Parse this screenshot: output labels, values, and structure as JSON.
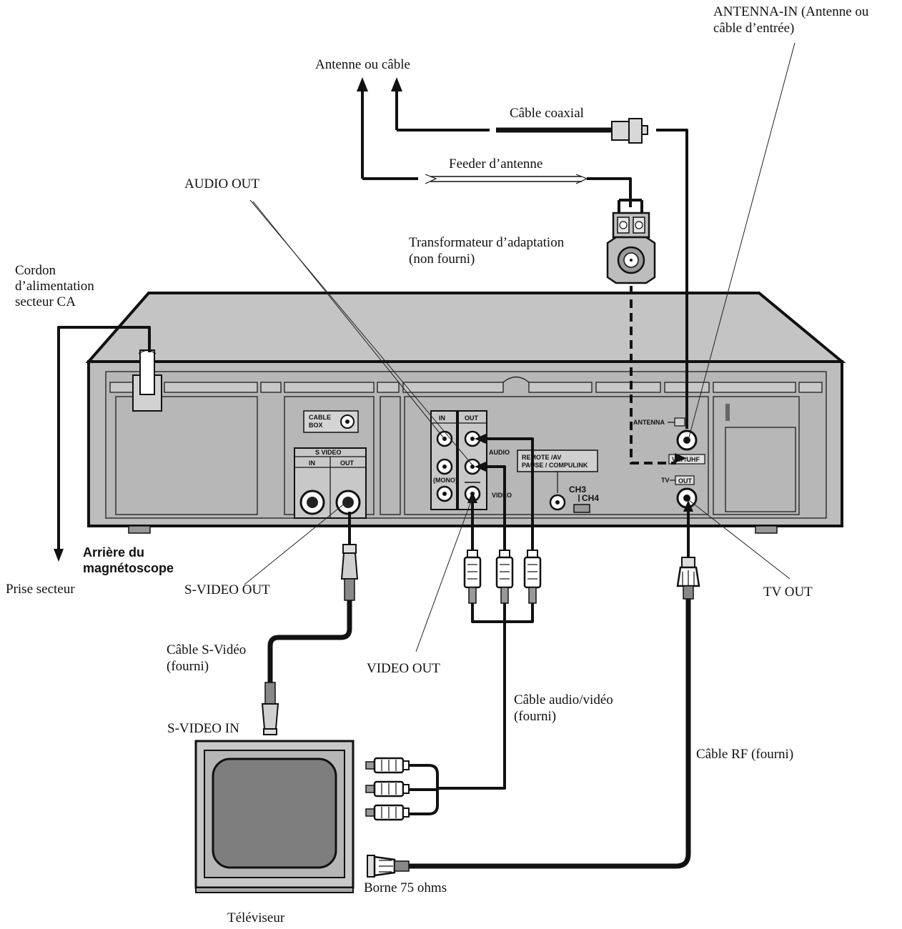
{
  "labels": {
    "antenna_in_line1": "ANTENNA-IN (Antenne ou",
    "antenna_in_line2": "câble d’entrée)",
    "antenne_ou_cable": "Antenne ou câble",
    "cable_coaxial": "Câble coaxial",
    "feeder": "Feeder d’antenne",
    "audio_out": "AUDIO OUT",
    "transfo_line1": "Transformateur d’adaptation",
    "transfo_line2": "(non fourni)",
    "cordon_line1": "Cordon",
    "cordon_line2": "d’alimentation",
    "cordon_line3": "secteur CA",
    "arriere_line1": "Arrière du",
    "arriere_line2": "magnétoscope",
    "prise_secteur": "Prise secteur",
    "svideo_out": "S-VIDEO OUT",
    "tv_out": "TV OUT",
    "cable_svideo_line1": "Câble S-Vidéo",
    "cable_svideo_line2": "(fourni)",
    "video_out": "VIDEO OUT",
    "cable_av_line1": "Câble audio/vidéo",
    "cable_av_line2": "(fourni)",
    "svideo_in": "S-VIDEO IN",
    "cable_rf": "Câble RF (fourni)",
    "borne": "Borne 75 ohms",
    "televiseur": "Téléviseur"
  },
  "panel": {
    "cable_box_1": "CABLE",
    "cable_box_2": "BOX",
    "s_video": "S VIDEO",
    "sv_in": "IN",
    "sv_out": "OUT",
    "in": "IN",
    "out": "OUT",
    "audio": "AUDIO",
    "mono": "(MONO)",
    "video": "VIDEO",
    "remote_1": "REMOTE /AV",
    "remote_2": "PAUSE   / COMPULINK",
    "ch3": "CH3",
    "ch4": "CH4",
    "antenna": "ANTENNA",
    "vhf_uhf": "VHF/UHF",
    "tv": "TV",
    "tv_out_box": "OUT"
  },
  "colors": {
    "vcr_body": "#c4c4c4",
    "vcr_panel": "#b9b9b9",
    "tv_screen": "#7e7e7e",
    "tv_body": "#c9c9c9"
  }
}
